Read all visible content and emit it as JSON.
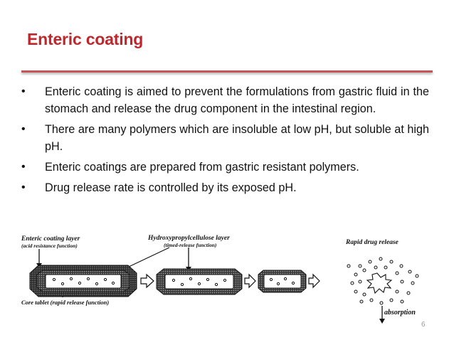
{
  "slide": {
    "title": "Enteric coating",
    "bullets": [
      "Enteric coating is aimed to prevent the formulations from gastric fluid in the stomach and release the drug component in the intestinal region.",
      "There are many polymers which are insoluble at low pH, but soluble at high pH.",
      "Enteric coatings are prepared from gastric resistant polymers.",
      "Drug release rate is controlled by its exposed pH."
    ],
    "bullet_glyph": "•",
    "page_number": "6"
  },
  "diagram": {
    "label_enteric_layer": "Enteric coating layer",
    "label_enteric_function": "(acid resistance function)",
    "label_hpc_layer": "Hydroxypropylcellulose layer",
    "label_hpc_function": "(timed-release function)",
    "label_rapid_release": "Rapid drug release",
    "label_core_tablet": "Core tablet (rapid release function)",
    "label_absorption": "absorption"
  },
  "colors": {
    "title": "#c0272d",
    "rule": "#c8545a",
    "text": "#111111"
  }
}
